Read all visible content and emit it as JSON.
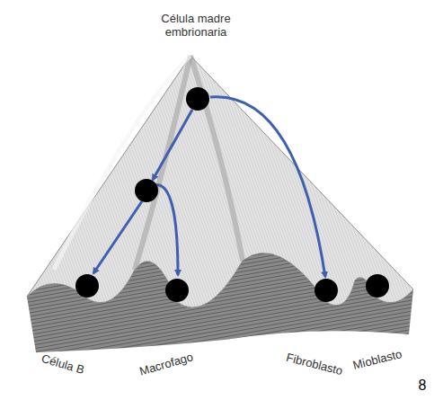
{
  "diagram": {
    "labels": [
      "Célula madre embrionaria",
      "Célula B",
      "Macrofago",
      "Fibroblasto",
      "Mioblasto",
      "8"
    ]
  }
}
